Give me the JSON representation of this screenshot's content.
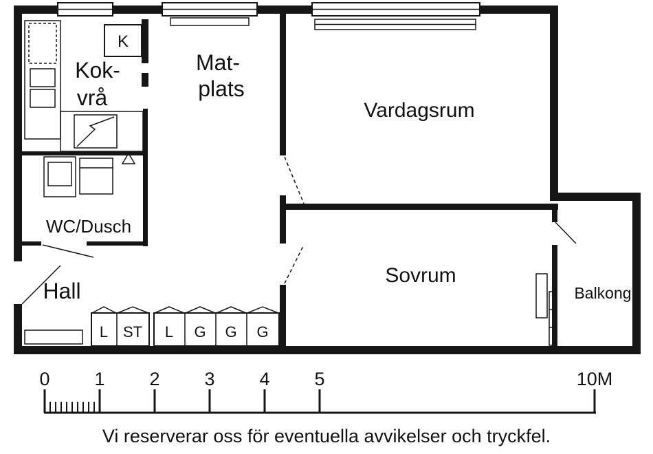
{
  "colors": {
    "ink": "#161616",
    "background": "#ffffff"
  },
  "floorplan": {
    "rooms": {
      "kokvra": {
        "line1": "Kok-",
        "line2": "vrå"
      },
      "matplats": {
        "line1": "Mat-",
        "line2": "plats"
      },
      "vardagsrum": {
        "label": "Vardagsrum"
      },
      "wc_dusch": {
        "label": "WC/Dusch"
      },
      "hall": {
        "label": "Hall"
      },
      "sovrum": {
        "label": "Sovrum"
      },
      "balkong": {
        "label": "Balkong"
      },
      "k_cabinet": {
        "label": "K"
      }
    },
    "closets": [
      "L",
      "ST",
      "L",
      "G",
      "G",
      "G"
    ]
  },
  "scale_bar": {
    "labels": [
      "0",
      "1",
      "2",
      "3",
      "4",
      "5",
      "10M"
    ]
  },
  "disclaimer": "Vi reserverar oss för eventuella avvikelser och tryckfel."
}
